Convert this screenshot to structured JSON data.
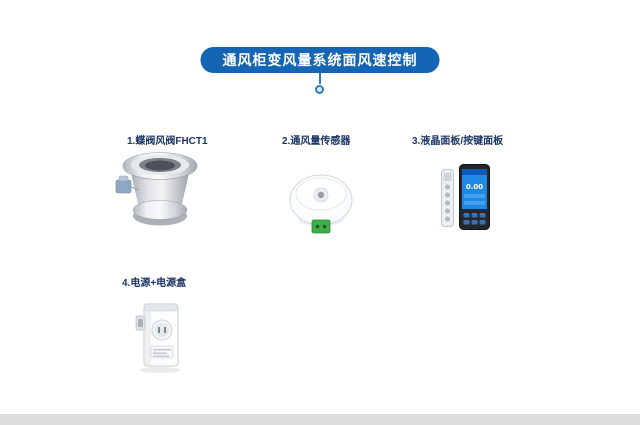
{
  "banner": {
    "title": "通风柜变风量系统面风速控制",
    "color": "#1565b5"
  },
  "items": [
    {
      "id": 1,
      "label": "1.蝶阀风阀FHCT1",
      "icon": "valve-image"
    },
    {
      "id": 2,
      "label": "2.通风量传感器",
      "icon": "sensor-image"
    },
    {
      "id": 3,
      "label": "3.液晶面板/按键面板",
      "icon": "lcd-and-keypad-image",
      "screen_value": "0.00"
    },
    {
      "id": 4,
      "label": "4.电源+电源盒",
      "icon": "power-box-image"
    }
  ],
  "colors": {
    "banner_blue": "#1565b5",
    "label_navy": "#1c3666",
    "sensor_green": "#3fae49",
    "screen_blue": "#1e88e5"
  }
}
